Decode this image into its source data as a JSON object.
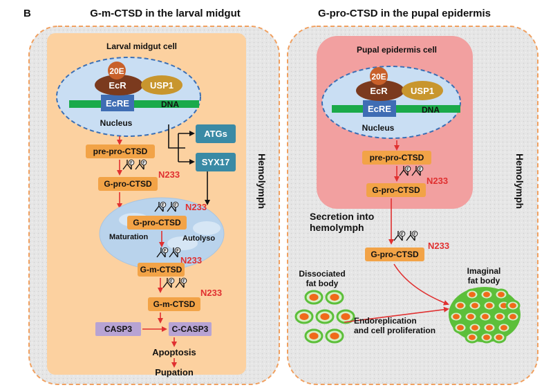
{
  "panel_letter": "B",
  "left": {
    "title": "G-m-CTSD in the larval midgut",
    "cell_label": "Larval midgut cell",
    "hormone": "20E",
    "receptor": "EcR",
    "partner": "USP1",
    "element": "EcRE",
    "dna": "DNA",
    "nucleus": "Nucleus",
    "atgs": "ATGs",
    "syx17": "SYX17",
    "pre_pro": "pre-pro-CTSD",
    "g_pro": "G-pro-CTSD",
    "n233": "N233",
    "lyso_g_pro": "G-pro-CTSD",
    "maturation": "Maturation",
    "autolyso": "Autolyso",
    "lyso_g_m": "G-m-CTSD",
    "g_m": "G-m-CTSD",
    "casp3": "CASP3",
    "c_casp3": "C-CASP3",
    "apoptosis": "Apoptosis",
    "pupation": "Pupation",
    "hemolymph": "Hemolymph"
  },
  "right": {
    "title": "G-pro-CTSD in the pupal epidermis",
    "cell_label": "Pupal epidermis cell",
    "hormone": "20E",
    "receptor": "EcR",
    "partner": "USP1",
    "element": "EcRE",
    "dna": "DNA",
    "nucleus": "Nucleus",
    "pre_pro": "pre-pro-CTSD",
    "g_pro": "G-pro-CTSD",
    "n233": "N233",
    "secretion_line1": "Secretion into",
    "secretion_line2": "hemolymph",
    "g_pro_hemo": "G-pro-CTSD",
    "dissociated_line1": "Dissociated",
    "dissociated_line2": "fat body",
    "imaginal_line1": "Imaginal",
    "imaginal_line2": "fat body",
    "endo_line1": "Endoreplication",
    "endo_line2": "and cell proliferation",
    "hemolymph": "Hemolymph"
  },
  "glycan_symbol": "F",
  "colors": {
    "hemolymph_bg": "#e9e9e9",
    "panel_border": "#f0a060",
    "midgut_cell": "#fcd1a0",
    "epidermis_cell": "#f2a0a0",
    "nucleus_fill": "#c9def3",
    "nucleus_border": "#3a6fb5",
    "ecr": "#7b3a1e",
    "usp1": "#c8962e",
    "hormone": "#c8602a",
    "ecre": "#3f6db4",
    "dna": "#1aaa4a",
    "label_box": "#f2a347",
    "teal_box": "#3a8aa5",
    "casp_box": "#b7a3d3",
    "arrow_red": "#e03030",
    "n233_red": "#e03030",
    "fat_green": "#5cbf3a",
    "fat_nucleus": "#f06a1a"
  }
}
